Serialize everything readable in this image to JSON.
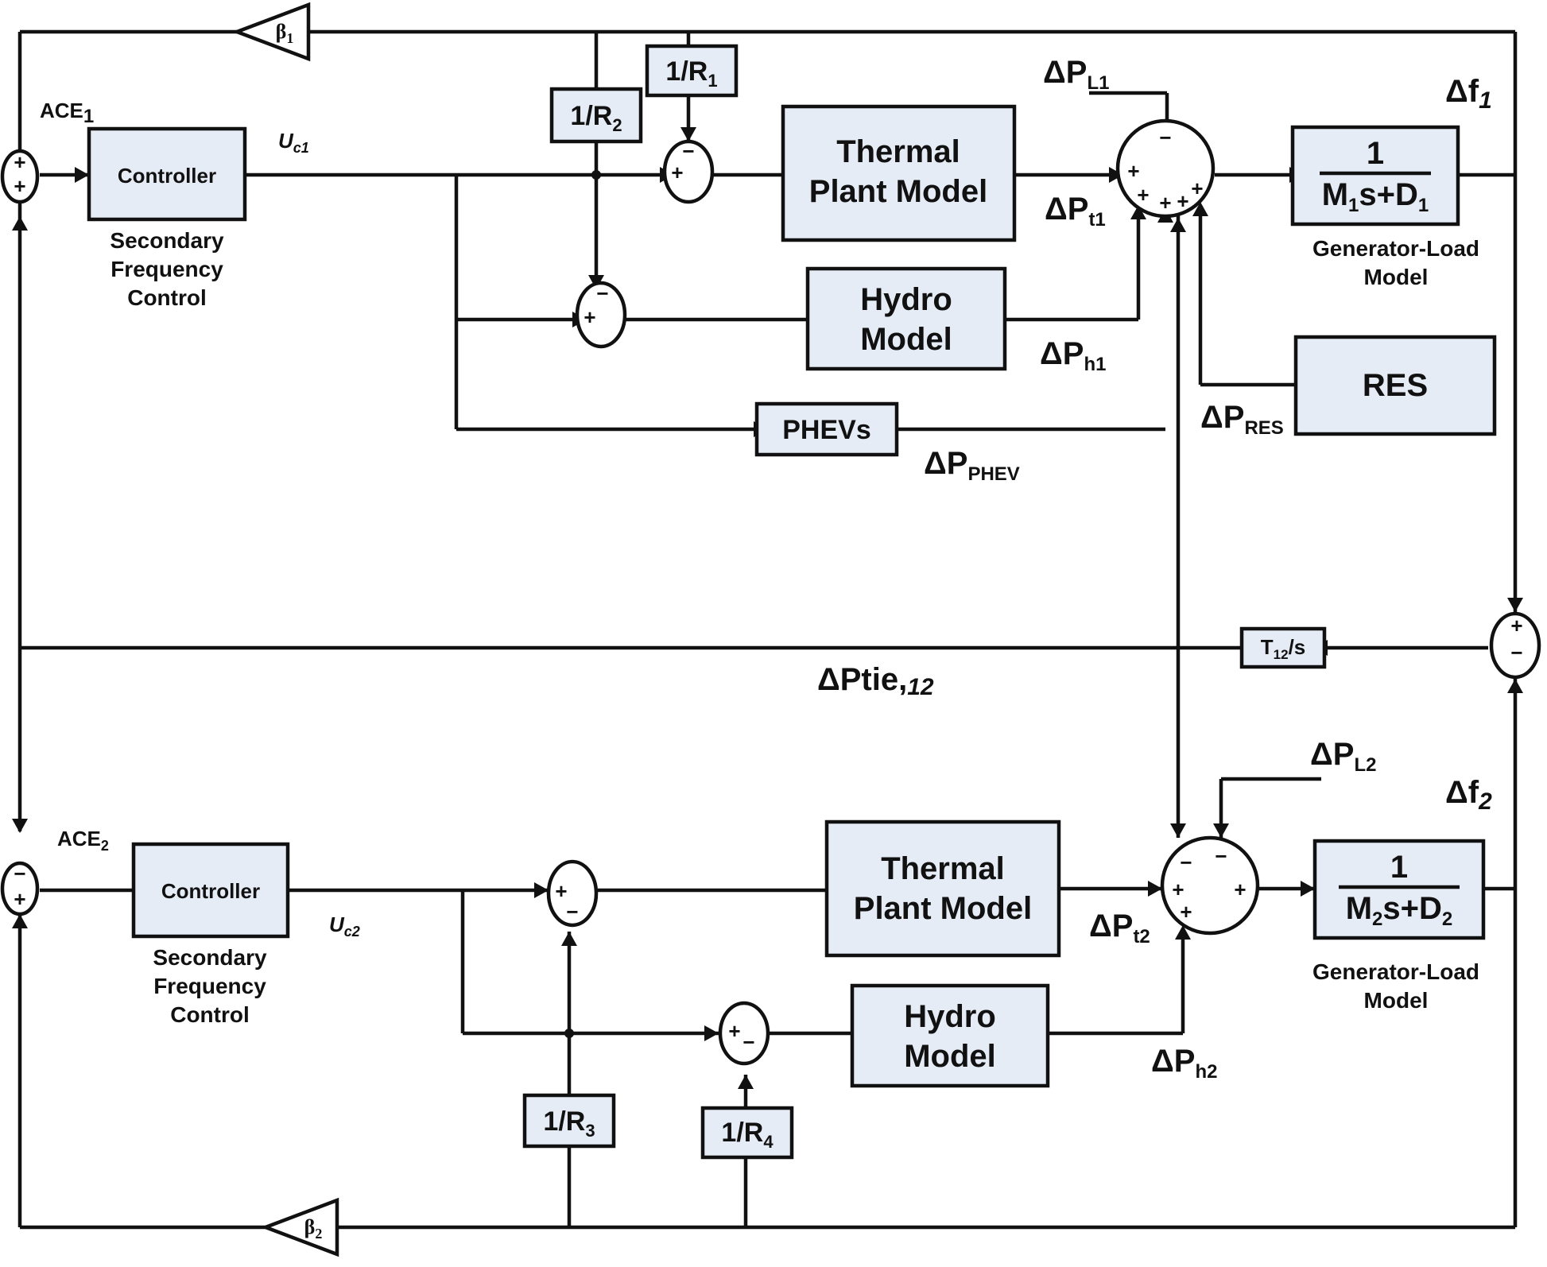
{
  "area1": {
    "ace": "ACE",
    "ace_sub": "1",
    "controller": "Controller",
    "secondary_caption": [
      "Secondary",
      "Frequency",
      "Control"
    ],
    "uc": "U",
    "uc_sub": "c1",
    "r1": "1/R",
    "r1_sub": "1",
    "r2": "1/R",
    "r2_sub": "2",
    "thermal": [
      "Thermal",
      "Plant Model"
    ],
    "hydro": [
      "Hydro",
      "Model"
    ],
    "phevs": "PHEVs",
    "res": "RES",
    "gen_num": "1",
    "gen_den": "M",
    "gen_den_sub": "1",
    "gen_den_mid": "s+D",
    "gen_den_sub2": "1",
    "gen_caption": [
      "Generator-Load",
      "Model"
    ],
    "beta": "β",
    "beta_sub": "1",
    "dpl": "ΔP",
    "dpl_sub": "L1",
    "dpt": "ΔP",
    "dpt_sub": "t1",
    "dph": "ΔP",
    "dph_sub": "h1",
    "dpphev": "ΔP",
    "dpphev_sub": "PHEV",
    "dpres": "ΔP",
    "dpres_sub": "RES",
    "df": "Δf",
    "df_sub": "1"
  },
  "tie": {
    "block": "T",
    "block_sub": "12",
    "block_tail": "/s",
    "label": "ΔPtie,",
    "label_sub": "12"
  },
  "area2": {
    "ace": "ACE",
    "ace_sub": "2",
    "controller": "Controller",
    "secondary_caption": [
      "Secondary",
      "Frequency",
      "Control"
    ],
    "uc": "U",
    "uc_sub": "c2",
    "r3": "1/R",
    "r3_sub": "3",
    "r4": "1/R",
    "r4_sub": "4",
    "thermal": [
      "Thermal",
      "Plant Model"
    ],
    "hydro": [
      "Hydro",
      "Model"
    ],
    "gen_num": "1",
    "gen_den": "M",
    "gen_den_sub": "2",
    "gen_den_mid": "s+D",
    "gen_den_sub2": "2",
    "gen_caption": [
      "Generator-Load",
      "Model"
    ],
    "beta": "β",
    "beta_sub": "2",
    "dpl": "ΔP",
    "dpl_sub": "L2",
    "dpt": "ΔP",
    "dpt_sub": "t2",
    "dph": "ΔP",
    "dph_sub": "h2",
    "df": "Δf",
    "df_sub": "2"
  },
  "signs": {
    "plus": "+",
    "minus": "−"
  }
}
